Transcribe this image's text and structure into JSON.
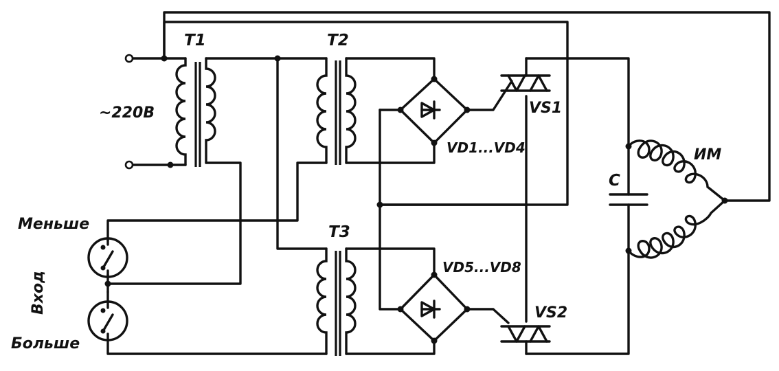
{
  "labels": {
    "t1": "T1",
    "t2": "T2",
    "t3": "T3",
    "mains": "~220В",
    "bridge1": "VD1...VD4",
    "bridge2": "VD5...VD8",
    "triac1": "VS1",
    "triac2": "VS2",
    "capacitor": "C",
    "motor": "ИМ",
    "less": "Меньше",
    "input": "Вход",
    "more": "Больше"
  }
}
